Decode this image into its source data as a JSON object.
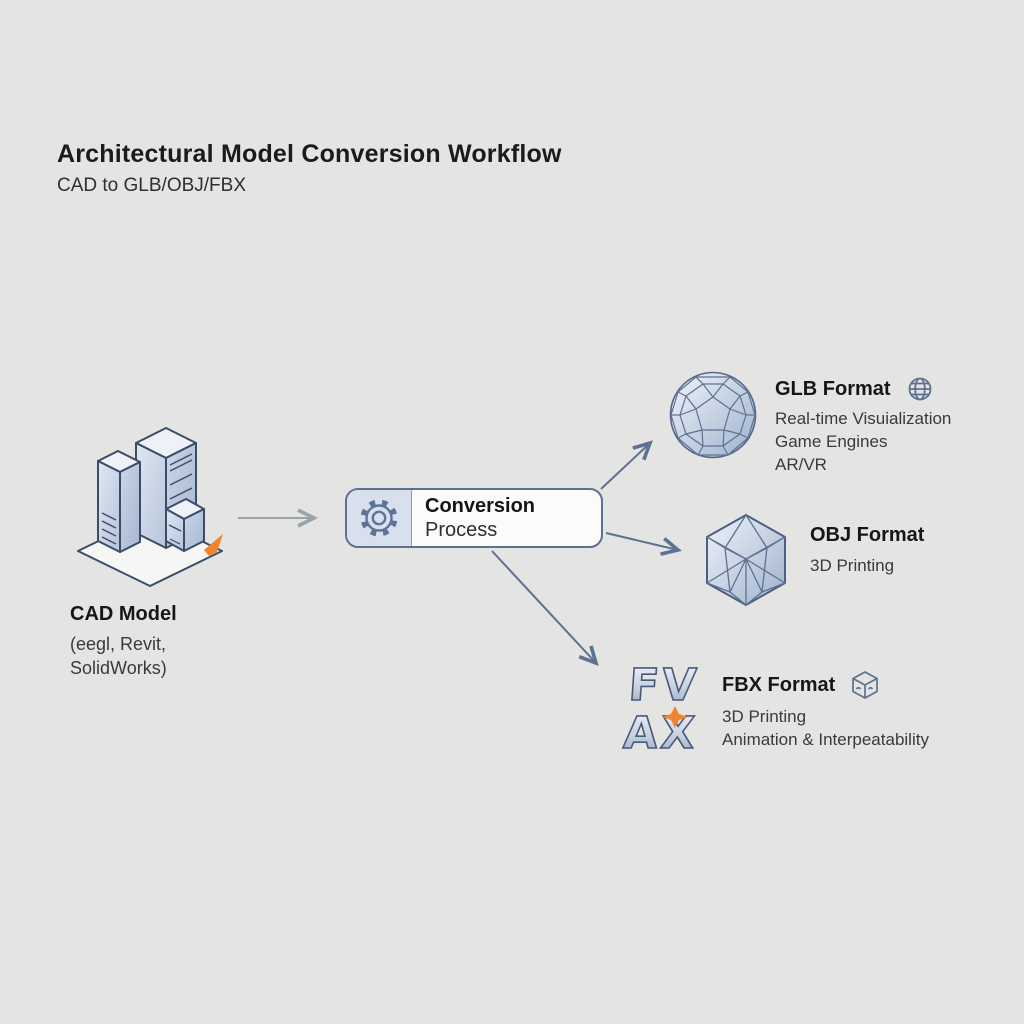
{
  "header": {
    "title": "Architectural Model Conversion Workflow",
    "subtitle": "CAD to GLB/OBJ/FBX"
  },
  "source": {
    "title": "CAD Model",
    "line1": "(eegl, Revit,",
    "line2": "SolidWorks)",
    "icon": "building-3d-icon"
  },
  "process": {
    "title": "Conversion",
    "subtitle": "Process",
    "icon": "gear-icon"
  },
  "outputs": [
    {
      "title": "GLB Format",
      "icon": "geodesic-sphere-icon",
      "badge_icon": "globe-icon",
      "lines": {
        "0": "Real-time Visuialization",
        "1": "Game Engines",
        "2": "AR/VR"
      }
    },
    {
      "title": "OBJ Format",
      "icon": "faceted-polyhedron-icon",
      "lines": {
        "0": "3D Printing"
      }
    },
    {
      "title": "FBX Format",
      "icon": "fbx-logo-icon",
      "badge_icon": "cube-box-icon",
      "lines": {
        "0": "3D Printing",
        "1": "Animation & Interpeatability"
      }
    }
  ],
  "fbx_logo": {
    "top": "FV",
    "bottom": "AX"
  },
  "colors": {
    "background": "#e4e4e2",
    "outline_dark": "#3c4c68",
    "arrow_slate": "#5d7191",
    "arrow_gray": "#9aa2ac",
    "panel_fill": "#d8e0ee",
    "box_fill": "#fbfbf9",
    "accent_orange": "#f0842f",
    "mesh_fill_light": "#e9eef6",
    "mesh_fill_mid": "#a9bad3"
  }
}
